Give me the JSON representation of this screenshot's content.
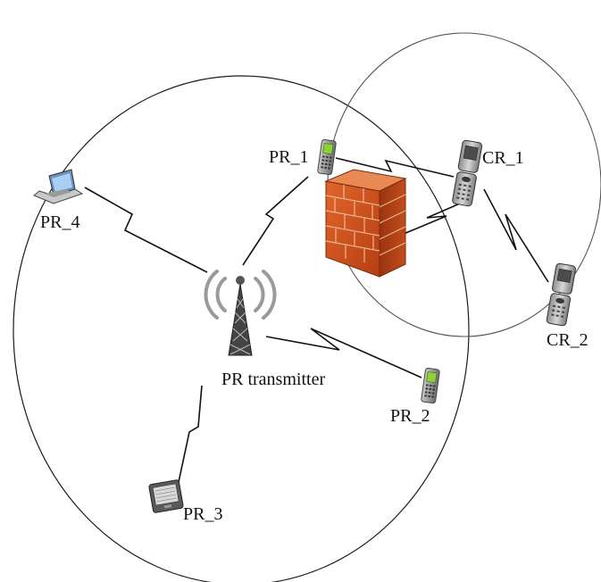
{
  "labels": {
    "transmitter": "PR transmitter",
    "pr1": "PR_1",
    "pr2": "PR_2",
    "pr3": "PR_3",
    "pr4": "PR_4",
    "cr1": "CR_1",
    "cr2": "CR_2"
  },
  "icons": {
    "transmitter": "radio-tower-icon",
    "pr1": "mobile-phone-icon",
    "pr2": "mobile-phone-icon",
    "pr3": "tablet-icon",
    "pr4": "laptop-icon",
    "cr1": "flip-phone-icon",
    "cr2": "flip-phone-icon",
    "barrier": "firewall-icon"
  },
  "colors": {
    "firewall": "#d4531f",
    "phone_screen": "#8cd13a",
    "tower": "#3a3a3a"
  }
}
